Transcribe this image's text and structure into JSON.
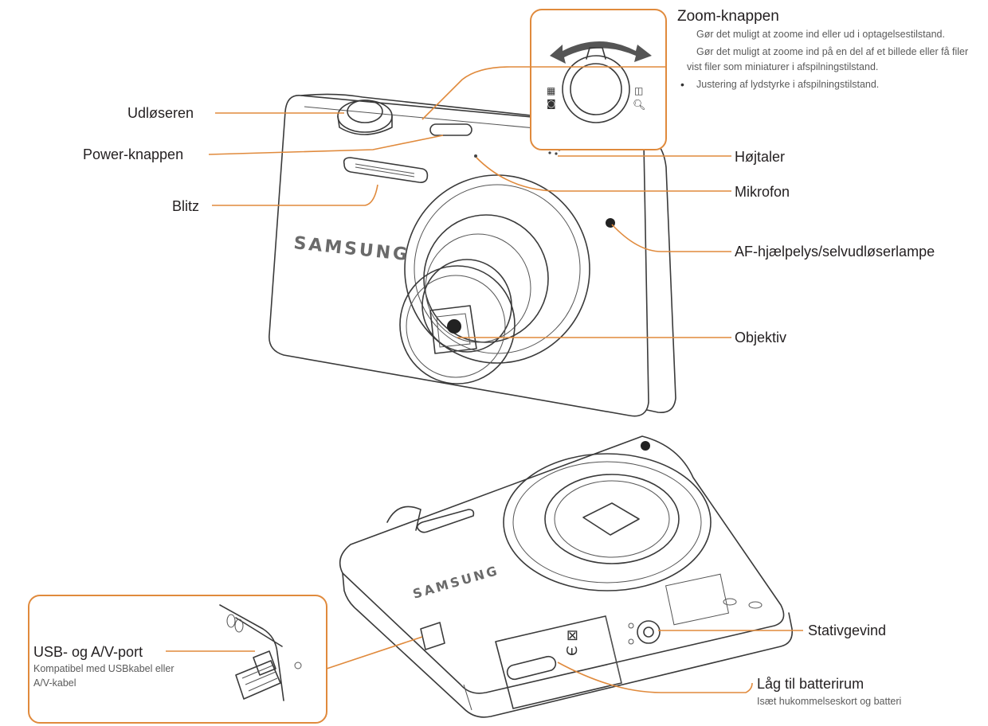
{
  "diagram": {
    "brand_text": "SAMSUNG",
    "labels": {
      "shutter": "Udløseren",
      "power": "Power-knappen",
      "flash": "Blitz",
      "speaker": "Højtaler",
      "microphone": "Mikrofon",
      "af_lamp": "AF-hjælpelys/selvudløserlampe",
      "lens": "Objektiv",
      "tripod": "Stativgevind",
      "usb_port": "USB- og A/V-port",
      "usb_port_desc_1": "Kompatibel med USBkabel eller",
      "usb_port_desc_2": "A/V-kabel",
      "battery_cover": "Låg til batterirum",
      "battery_cover_desc": "Isæt hukommelseskort og batteri"
    },
    "zoom": {
      "title": "Zoom-knappen",
      "bullets": [
        "Gør det muligt at zoome ind eller ud i optagelsestilstand.",
        "Gør det muligt at zoome ind på en del af et billede eller få filer",
        "Justering af lydstyrke i afspilningstilstand."
      ],
      "bullet2_cont": "vist filer som miniaturer i afspilningstilstand."
    },
    "colors": {
      "leader": "#e08a3c",
      "ink": "#3a3a3a"
    }
  }
}
